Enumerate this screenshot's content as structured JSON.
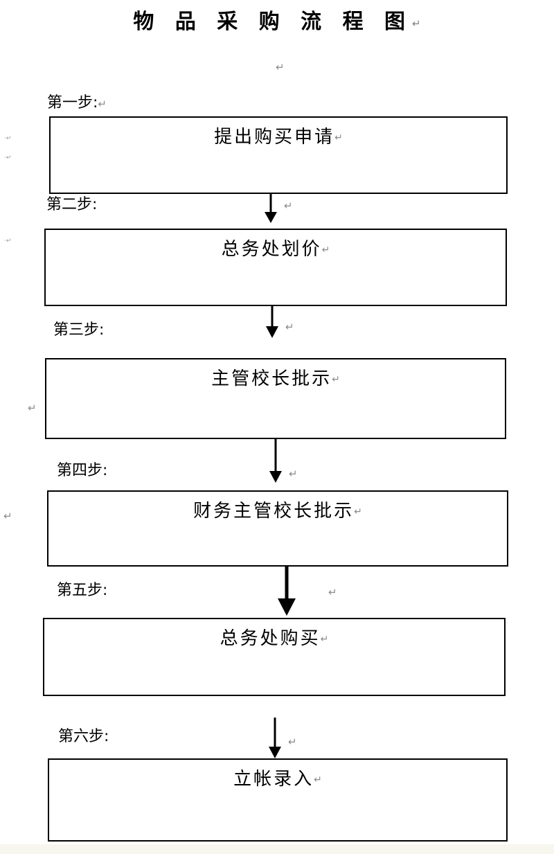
{
  "document": {
    "title": "物 品 采 购 流 程 图",
    "title_mark": "↵",
    "title_spacer_mark": "↵",
    "background_color": "#ffffff",
    "line_color": "#000000",
    "mark_color": "#8a8a8a",
    "bottom_band_color": "#f7f7f0"
  },
  "flow": {
    "type": "vertical-flowchart",
    "steps": [
      {
        "label": "第一步:",
        "label_mark": "↵",
        "box_text": "提出购买申请",
        "box_mark": "↵"
      },
      {
        "label": "第二步:",
        "label_mark": "",
        "box_text": "总务处划价",
        "box_mark": "↵"
      },
      {
        "label": "第三步:",
        "label_mark": "",
        "box_text": "主管校长批示",
        "box_mark": "↵"
      },
      {
        "label": "第四步:",
        "label_mark": "",
        "box_text": "财务主管校长批示",
        "box_mark": "↵"
      },
      {
        "label": "第五步:",
        "label_mark": "",
        "box_text": "总务处购买",
        "box_mark": "↵"
      },
      {
        "label": "第六步:",
        "label_mark": "",
        "box_text": "立帐录入",
        "box_mark": "↵"
      }
    ],
    "connector_marks": [
      "↵",
      "↵",
      "↵",
      "↵",
      "↵",
      "↵"
    ]
  },
  "margin_marks": {
    "items": [
      "·↵",
      "·↵",
      "·↵",
      "↵",
      "↵"
    ]
  }
}
